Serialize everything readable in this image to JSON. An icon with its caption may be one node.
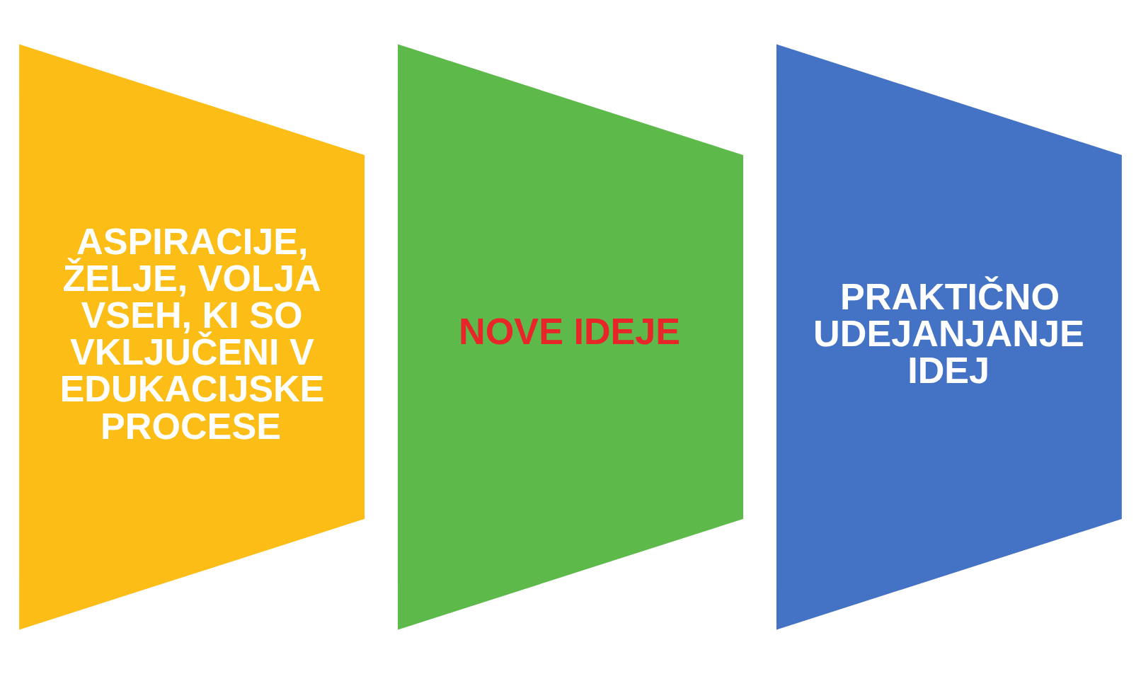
{
  "diagram": {
    "nodes": [
      {
        "text": [
          "ASPIRACIJE, ŽELJE, VOLJA VSEH, KI SO VKLJUČENI V EDUKACIJSKE PROCESE"
        ]
      },
      {
        "text": [
          "NOVE IDEJE"
        ]
      },
      {
        "text": [
          "PRAKTIČNO UDEJANJANJE IDEJ"
        ]
      }
    ],
    "edges": []
  }
}
